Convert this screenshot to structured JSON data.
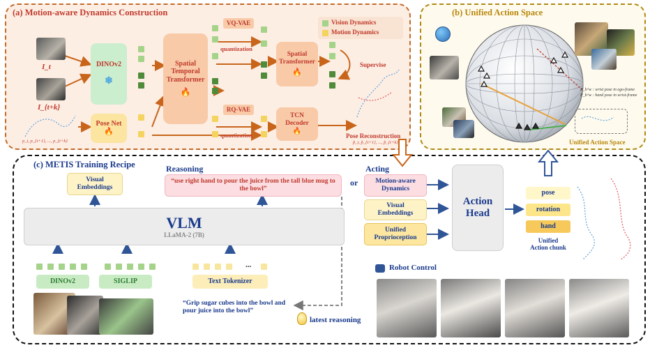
{
  "panel_a": {
    "title": "(a) Motion-aware Dynamics Construction",
    "frame_t": "I_t",
    "frame_tk": "I_{t+k}",
    "dino": "DINOv2",
    "posenet": "Pose Net",
    "stt": "Spatial\nTemporal\nTransformer",
    "vqvae": "VQ-VAE",
    "rqvae": "RQ-VAE",
    "quant1": "quantization",
    "quant2": "quantization",
    "spatial": "Spatial\nTransformer",
    "tcn": "TCN\nDecoder",
    "supervise": "Supervise",
    "pose_recon": "Pose Reconstruction",
    "pose_recon_sub": "p̂_t, p̂_{t+1}, ..., p̂_{t+k}",
    "pose_input": "p_t, p_{t+1}, ..., p_{t+k}",
    "legend_vision": "Vision Dynamics",
    "legend_motion": "Motion Dynamics",
    "colors": {
      "vision": "#a6d38a",
      "motion": "#f4d35e",
      "accent": "#c0392b"
    }
  },
  "panel_b": {
    "title": "(b) Unified Action Space",
    "note1": "P_h^w : wrist pose in ego-frame",
    "note2": "P_h^w : hand pose in wrist-frame",
    "unified": "Unified Action Space"
  },
  "panel_c": {
    "title": "(c) METIS Training Recipe",
    "visual_emb": "Visual\nEmbeddings",
    "reasoning_label": "Reasoning",
    "reasoning_text": "“use right hand to pour the juice from the tall blue mug to the bowl”",
    "vlm": "VLM",
    "vlm_sub": "LLaMA-2 (7B)",
    "dino": "DINOv2",
    "siglip": "SIGLIP",
    "text_tok": "Text Tokenizer",
    "ellipsis": "...",
    "instruction": "“Grip sugar cubes into the bowl and pour juice into the bowl”",
    "latest": "latest reasoning",
    "or": "or",
    "acting": "Acting",
    "inputs": [
      "Motion-aware\nDynamics",
      "Visual\nEmbeddings",
      "Unified\nProprioception"
    ],
    "action_head": "Action\nHead",
    "chunk": [
      "pose",
      "rotation",
      "hand"
    ],
    "chunk_label": "Unified\nAction chunk",
    "robot_control": "Robot Control"
  }
}
